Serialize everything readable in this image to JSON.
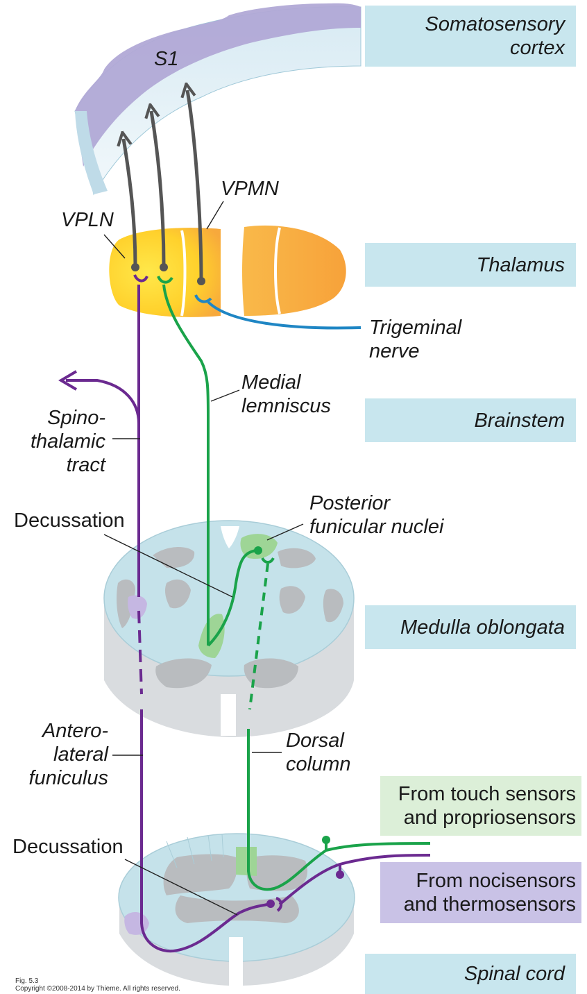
{
  "colors": {
    "cortex_purple": "#b1a9d6",
    "cortex_light": "#dfeef5",
    "thalamus_yellow": "#ffd23c",
    "thalamus_orange": "#f7a93c",
    "tissue_blue": "#c5e2ea",
    "grey_matter": "#b9bcbf",
    "nucleus_green": "#9ed596",
    "green_path": "#1aa34a",
    "purple_path": "#6b2a90",
    "blue_path": "#1f86c4",
    "grey_arrow": "#555555",
    "box_blue": "#c8e6ee",
    "box_green": "#dcefd8",
    "box_purple": "#c9c2e6"
  },
  "levels": {
    "cortex": "Somatosensory\ncortex",
    "thalamus": "Thalamus",
    "brainstem": "Brainstem",
    "medulla": "Medulla oblongata",
    "spinal": "Spinal cord"
  },
  "sources": {
    "touch": "From touch sensors\nand propriosensors",
    "noci": "From nocisensors\nand thermosensors"
  },
  "labels": {
    "s1": "S1",
    "vpmn": "VPMN",
    "vpln": "VPLN",
    "trigeminal": "Trigeminal\nnerve",
    "medial_lemniscus": "Medial\nlemniscus",
    "spinothalamic": "Spino-\nthalamic\ntract",
    "decussation_upper": "Decussation",
    "posterior_funicular": "Posterior\nfunicular nuclei",
    "anterolateral": "Antero-\nlateral\nfuniculus",
    "dorsal_column": "Dorsal\ncolumn",
    "decussation_lower": "Decussation"
  },
  "copyright": {
    "fig": "Fig. 5.3",
    "text": "Copyright ©2008-2014 by Thieme. All rights reserved."
  }
}
